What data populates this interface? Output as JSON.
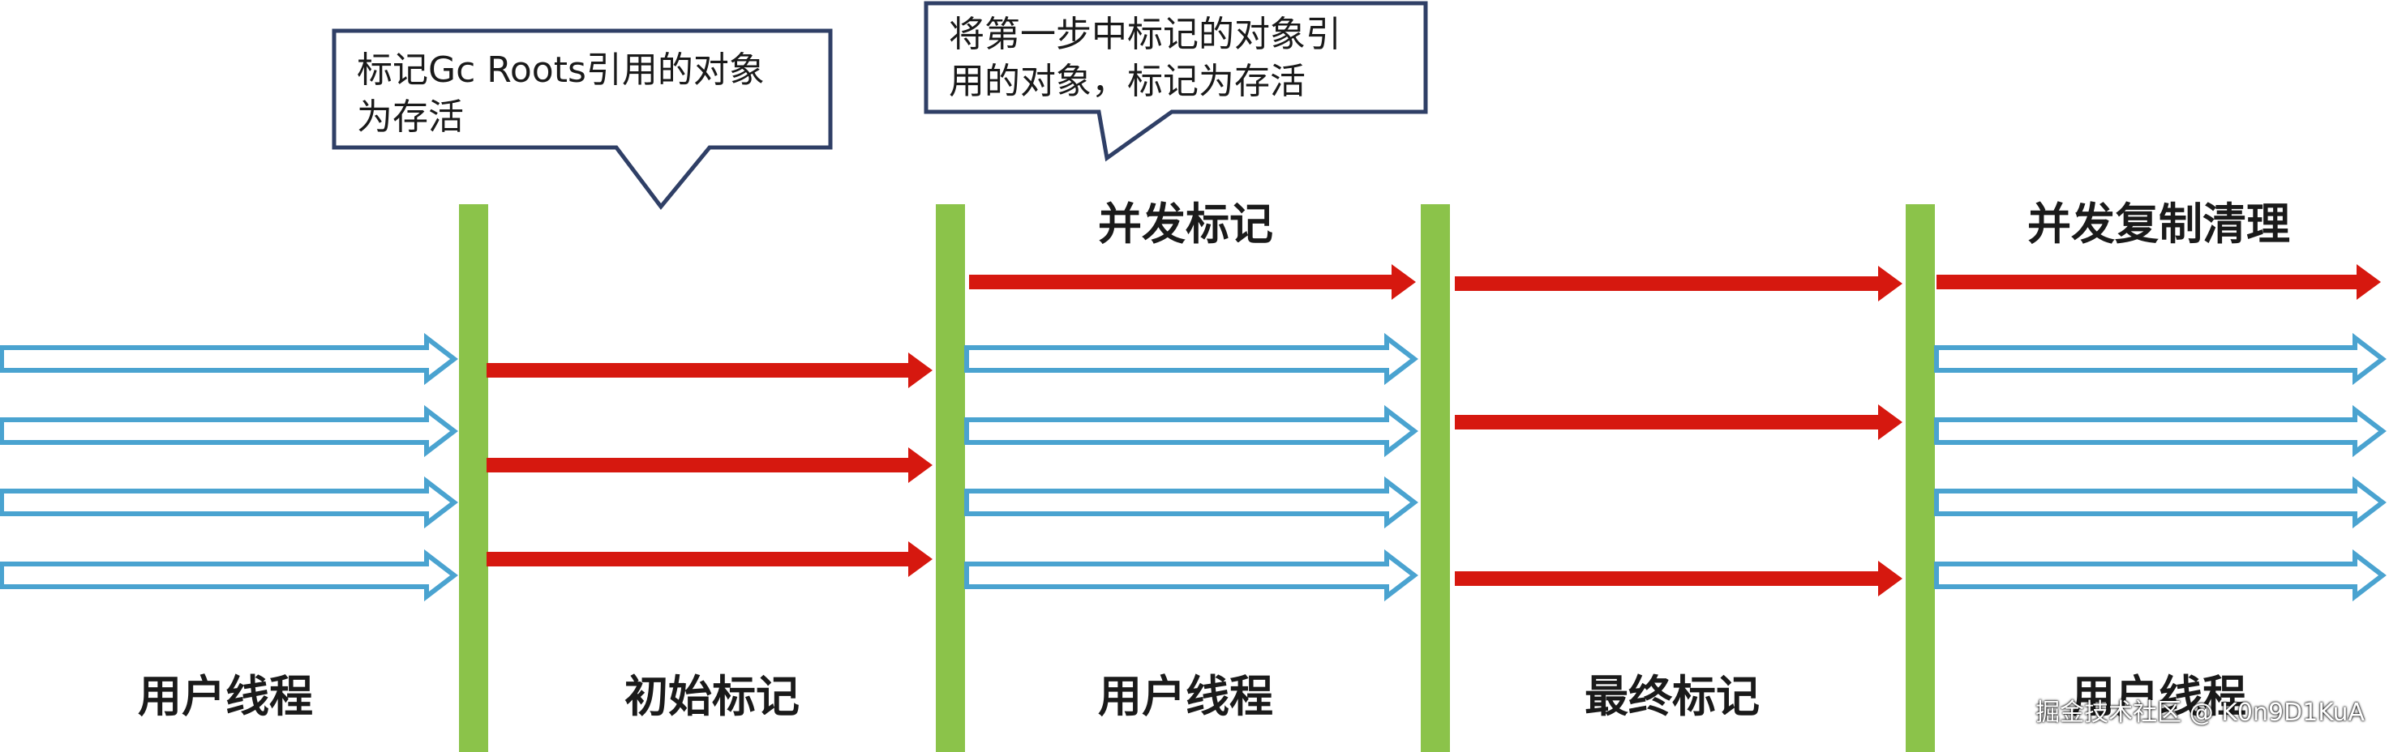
{
  "callouts": {
    "initial_mark": {
      "line1": "标记Gc Roots引用的对象",
      "line2": "为存活"
    },
    "concurrent_mark": {
      "line1": "将第一步中标记的对象引",
      "line2": "用的对象，标记为存活"
    }
  },
  "phases": {
    "user_threads_1": "用户线程",
    "initial_mark": "初始标记",
    "user_threads_2": "用户线程",
    "concurrent_mark": "并发标记",
    "final_mark": "最终标记",
    "user_threads_3": "用户线程",
    "concurrent_copy_cleanup": "并发复制清理"
  },
  "watermark": "掘金技术社区 @ K0n9D1KuA",
  "colors": {
    "background": "#ffffff",
    "divider": "#8bc34a",
    "gc_arrow": "#d6180f",
    "user_arrow": "#4aa3d0",
    "callout_border": "#2f3f66"
  }
}
